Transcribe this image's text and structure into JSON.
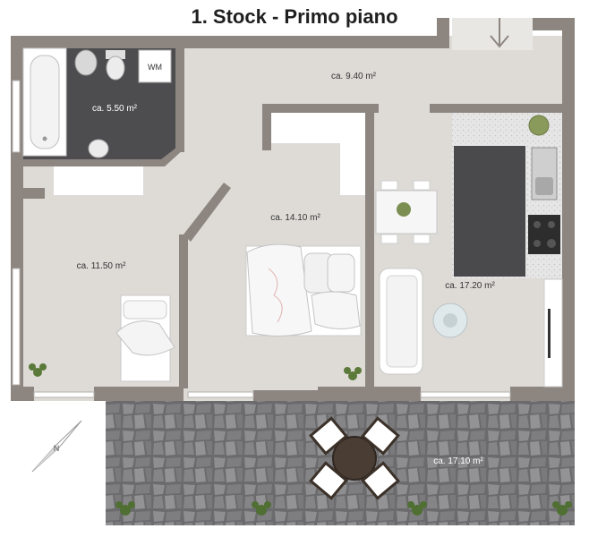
{
  "title": "1. Stock - Primo piano",
  "colors": {
    "wall": "#8c8580",
    "floor": "#dedbd7",
    "bath_floor": "#4d4d4f",
    "counter": "#4a4a4c",
    "terrace": "#6e6e70",
    "text": "#333333"
  },
  "rooms": [
    {
      "id": "bathroom",
      "area": "ca. 5.50 m²"
    },
    {
      "id": "hall",
      "area": "ca. 9.40 m²"
    },
    {
      "id": "bedroom-left",
      "area": "ca. 11.50 m²"
    },
    {
      "id": "bedroom-main",
      "area": "ca. 14.10 m²"
    },
    {
      "id": "living-kitchen",
      "area": "ca. 17.20 m²"
    },
    {
      "id": "terrace",
      "area": "ca. 17.10 m²"
    }
  ],
  "fixtures": {
    "washing_machine": "WM"
  },
  "icons": {
    "compass": "compass-icon",
    "entrance": "entrance-arrow-icon",
    "plant": "plant-icon"
  },
  "compass_letter": "N"
}
